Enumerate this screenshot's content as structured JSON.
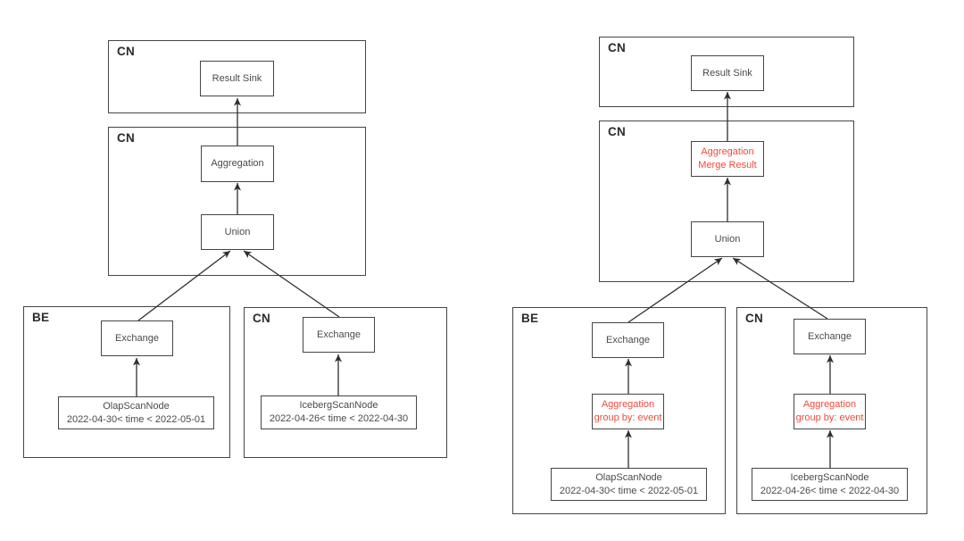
{
  "page": {
    "background": "#ffffff"
  },
  "colors": {
    "box_border": "#454545",
    "node_text": "#4a4a4a",
    "container_label_text": "#2b2b2b",
    "highlight_red": "#f2493b",
    "arrow": "#2e2e2e",
    "page_bg": "#ffffff"
  },
  "left_diagram": {
    "containers": {
      "cn_top": {
        "label": "CN"
      },
      "cn_mid": {
        "label": "CN"
      },
      "be_bottom": {
        "label": "BE"
      },
      "cn_bottom": {
        "label": "CN"
      }
    },
    "nodes": {
      "result_sink": {
        "label": "Result Sink"
      },
      "aggregation": {
        "label": "Aggregation"
      },
      "union": {
        "label": "Union"
      },
      "exchange_be": {
        "label": "Exchange"
      },
      "exchange_cn": {
        "label": "Exchange"
      },
      "olap_scan": {
        "line1": "OlapScanNode",
        "line2": "2022-04-30< time < 2022-05-01"
      },
      "iceberg_scan": {
        "line1": "IcebergScanNode",
        "line2": "2022-04-26< time < 2022-04-30"
      }
    }
  },
  "right_diagram": {
    "containers": {
      "cn_top": {
        "label": "CN"
      },
      "cn_mid": {
        "label": "CN"
      },
      "be_bottom": {
        "label": "BE"
      },
      "cn_bottom": {
        "label": "CN"
      }
    },
    "nodes": {
      "result_sink": {
        "label": "Result Sink"
      },
      "aggregation_merge": {
        "line1": "Aggregation",
        "line2": "Merge Result",
        "highlighted": true
      },
      "union": {
        "label": "Union"
      },
      "exchange_be": {
        "label": "Exchange"
      },
      "aggregation_be": {
        "line1": "Aggregation",
        "line2": "group by: event",
        "highlighted": true
      },
      "olap_scan": {
        "line1": "OlapScanNode",
        "line2": "2022-04-30< time < 2022-05-01"
      },
      "exchange_cn": {
        "label": "Exchange"
      },
      "aggregation_cn": {
        "line1": "Aggregation",
        "line2": "group by: event",
        "highlighted": true
      },
      "iceberg_scan": {
        "line1": "IcebergScanNode",
        "line2": "2022-04-26< time < 2022-04-30"
      }
    }
  }
}
